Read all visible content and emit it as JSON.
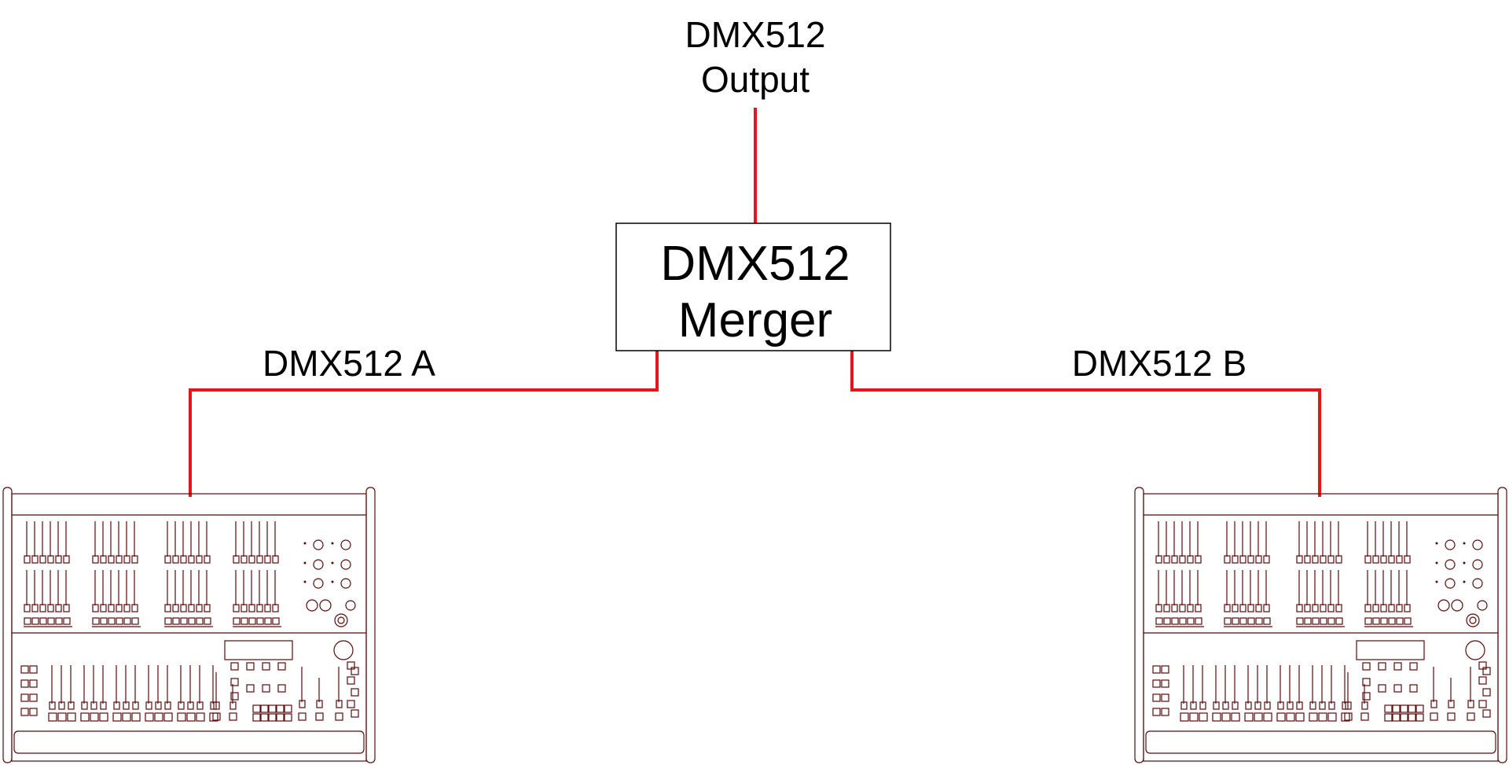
{
  "labels": {
    "output_line1": "DMX512",
    "output_line2": "Output",
    "merger_line1": "DMX512",
    "merger_line2": "Merger",
    "input_a": "DMX512 A",
    "input_b": "DMX512 B"
  },
  "colors": {
    "cable": "#e8141c",
    "console_outline": "#5a0a0a",
    "merger_border": "#000000"
  },
  "consoles": [
    {
      "name": "console-a"
    },
    {
      "name": "console-b"
    }
  ]
}
